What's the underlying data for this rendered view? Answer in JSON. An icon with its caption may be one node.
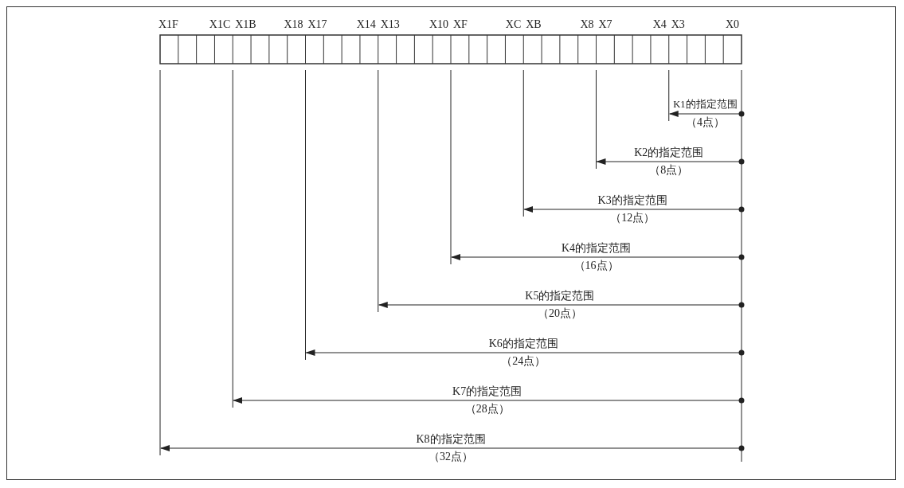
{
  "diagram": {
    "labels": [
      "X1F",
      "X1C",
      "X1B",
      "X18",
      "X17",
      "X14",
      "X13",
      "X10",
      "XF",
      "XC",
      "XB",
      "X8",
      "X7",
      "X4",
      "X3",
      "X0",
      "K1的指定范围",
      "（4点）",
      "K2的指定范围",
      "（8点）",
      "K3的指定范围",
      "（12点）",
      "K4的指定范围",
      "（16点）",
      "K5的指定范围",
      "（20点）",
      "K6的指定范围",
      "（24点）",
      "K7的指定范围",
      "（28点）",
      "K8的指定范围",
      "（32点）"
    ]
  }
}
